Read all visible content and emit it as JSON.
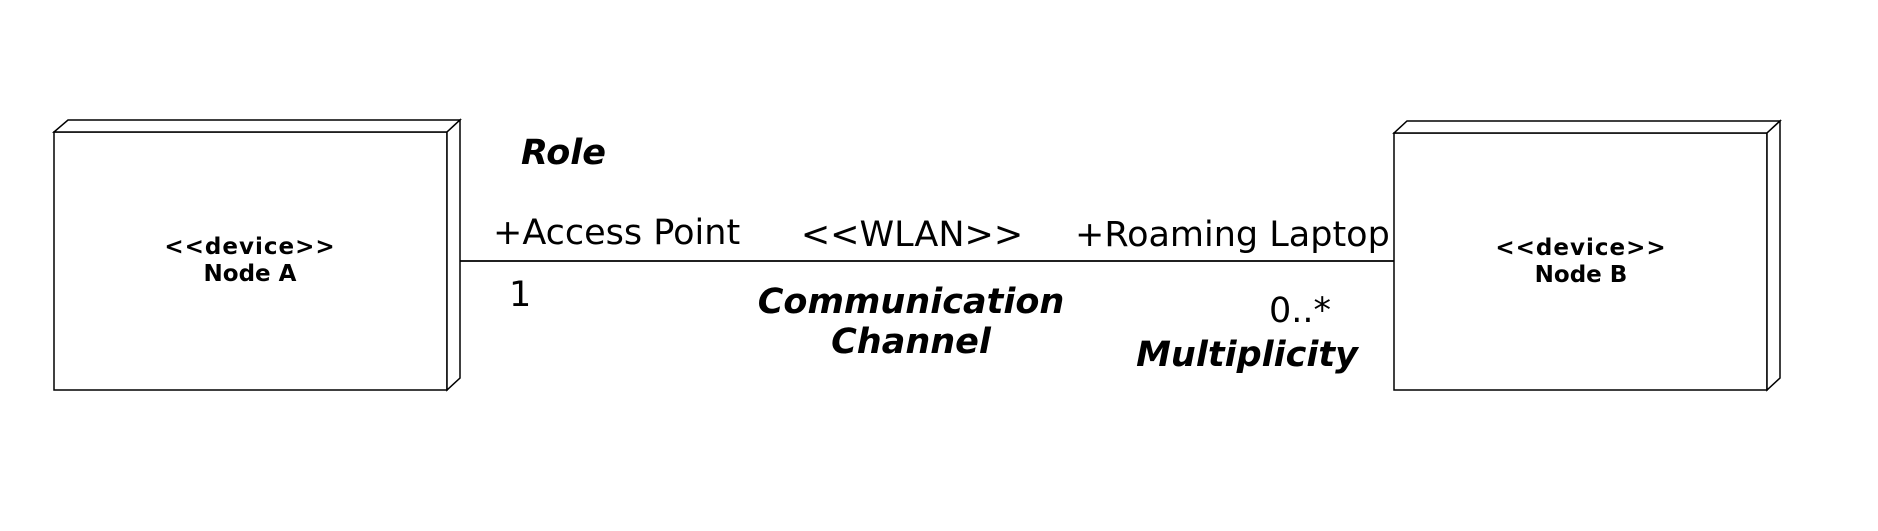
{
  "node_a": {
    "stereotype": "<<device>>",
    "name": "Node A"
  },
  "node_b": {
    "stereotype": "<<device>>",
    "name": "Node B"
  },
  "connection": {
    "stereotype": "<<WLAN>>",
    "role_a": "+Access Point",
    "role_b": "+Roaming Laptop",
    "multiplicity_a": "1",
    "multiplicity_b": "0..*"
  },
  "annotations": {
    "role": "Role",
    "channel_line1": "Communication",
    "channel_line2": "Channel",
    "multiplicity": "Multiplicity"
  },
  "colors": {
    "stroke": "#000000",
    "background": "#ffffff"
  }
}
